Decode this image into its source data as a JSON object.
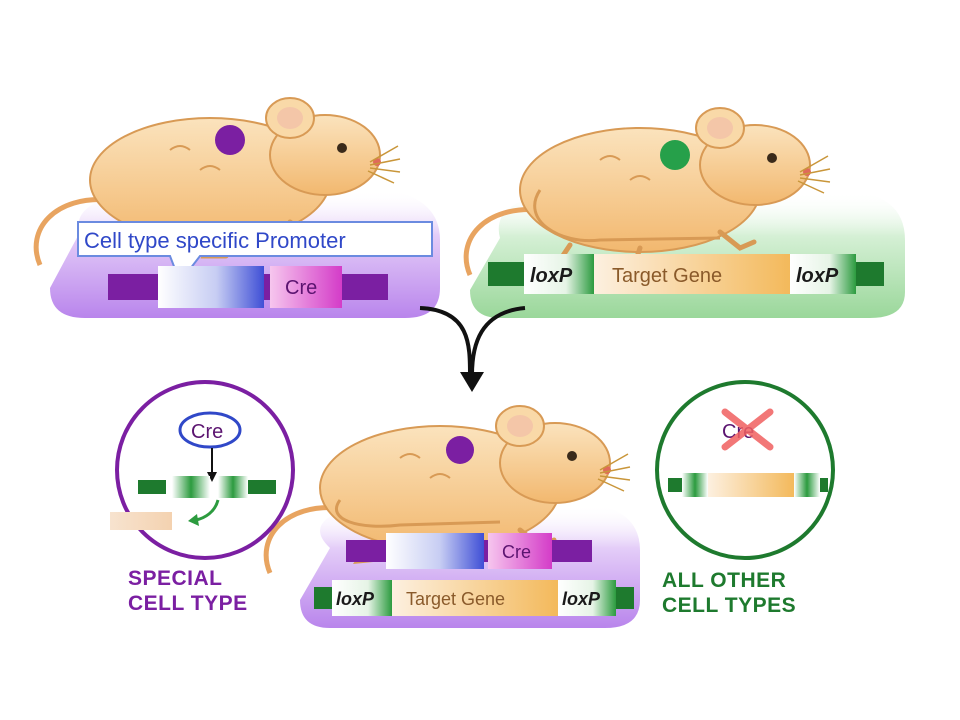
{
  "labels": {
    "promoter_callout": "Cell type specific Promoter",
    "cre": "Cre",
    "loxp": "loxP",
    "target_gene": "Target Gene",
    "special_line1": "SPECIAL",
    "special_line2": "CELL TYPE",
    "other_line1": "ALL OTHER",
    "other_line2": "CELL TYPES"
  },
  "colors": {
    "purple": "#7b1fa2",
    "light_purple": "#d8b8f4",
    "green": "#1e7a2e",
    "light_green": "#c8ecc8",
    "mouse_body": "#f7c98a",
    "red_cross": "#f06060"
  }
}
